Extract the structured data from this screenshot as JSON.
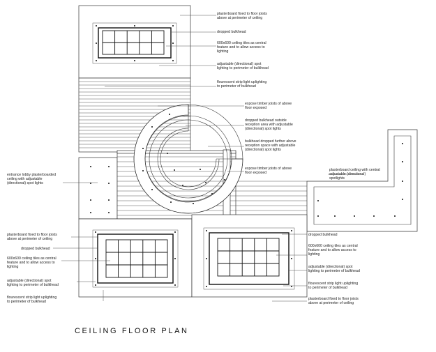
{
  "title": "CEILING FLOOR PLAN",
  "labels": {
    "top_plaster_a": "plasterboard fixed to floor joists",
    "top_plaster_b": "above at perimeter of ceiling",
    "top_bulkhead": "dropped bulkhead",
    "top_tiles_a": "600x600 ceiling tiles as central",
    "top_tiles_b": "feature and to allow access to",
    "top_tiles_c": "lighting",
    "top_spot_a": "adjustable (directional) spot",
    "top_spot_b": "lighting to perimeter of bulkhead",
    "top_strip_a": "flourescent strip light uplighting",
    "top_strip_b": "to perimeter of bulkhead",
    "joists1_a": "expose timber joists of above",
    "joists1_b": "floor exposed",
    "reception_a": "dropped bulkhead outside",
    "reception_b": "reception area with adjustable",
    "reception_c": "(directional) spot lights",
    "further_a": "bulkhead dropped further above",
    "further_b": "reception space with adjustable",
    "further_c": "(directional) spot lights",
    "joists2_a": "expose timber joists of above",
    "joists2_b": "floor exposed",
    "lobby_a": "entrance lobby plasterboarded",
    "lobby_b": "ceiling with adjustable",
    "lobby_c": "(directional) spot lights",
    "lshape_a": "plasterboard ceiling with central",
    "lshape_b": "adjustable (directional)",
    "lshape_c": "spotlights",
    "bl_plaster_a": "plasterboard fixed to floor joists",
    "bl_plaster_b": "above at perimeter of ceiling",
    "bl_bulkhead": "dropped bulkhead",
    "bl_tiles_a": "600x600 ceiling tiles as central",
    "bl_tiles_b": "feature and to allow access to",
    "bl_tiles_c": "lighting",
    "bl_spot_a": "adjustable (directional) spot",
    "bl_spot_b": "lighting to perimeter of bulkhead",
    "bl_strip_a": "flourescent strip light uplighting",
    "bl_strip_b": "to perimeter of bulkhead",
    "br_bulkhead": "dropped bulkhead",
    "br_tiles_a": "600x600 ceiling tiles as central",
    "br_tiles_b": "feature and to allow access to",
    "br_tiles_c": "lighting",
    "br_spot_a": "adjustable (directional) spot",
    "br_spot_b": "lighting to perimeter of bulkhead",
    "br_strip_a": "flourescent strip light uplighting",
    "br_strip_b": "to perimeter of bulkhead",
    "br_plaster_a": "plasterboard fixed to floor joists",
    "br_plaster_b": "above at perimeter of ceiling"
  }
}
